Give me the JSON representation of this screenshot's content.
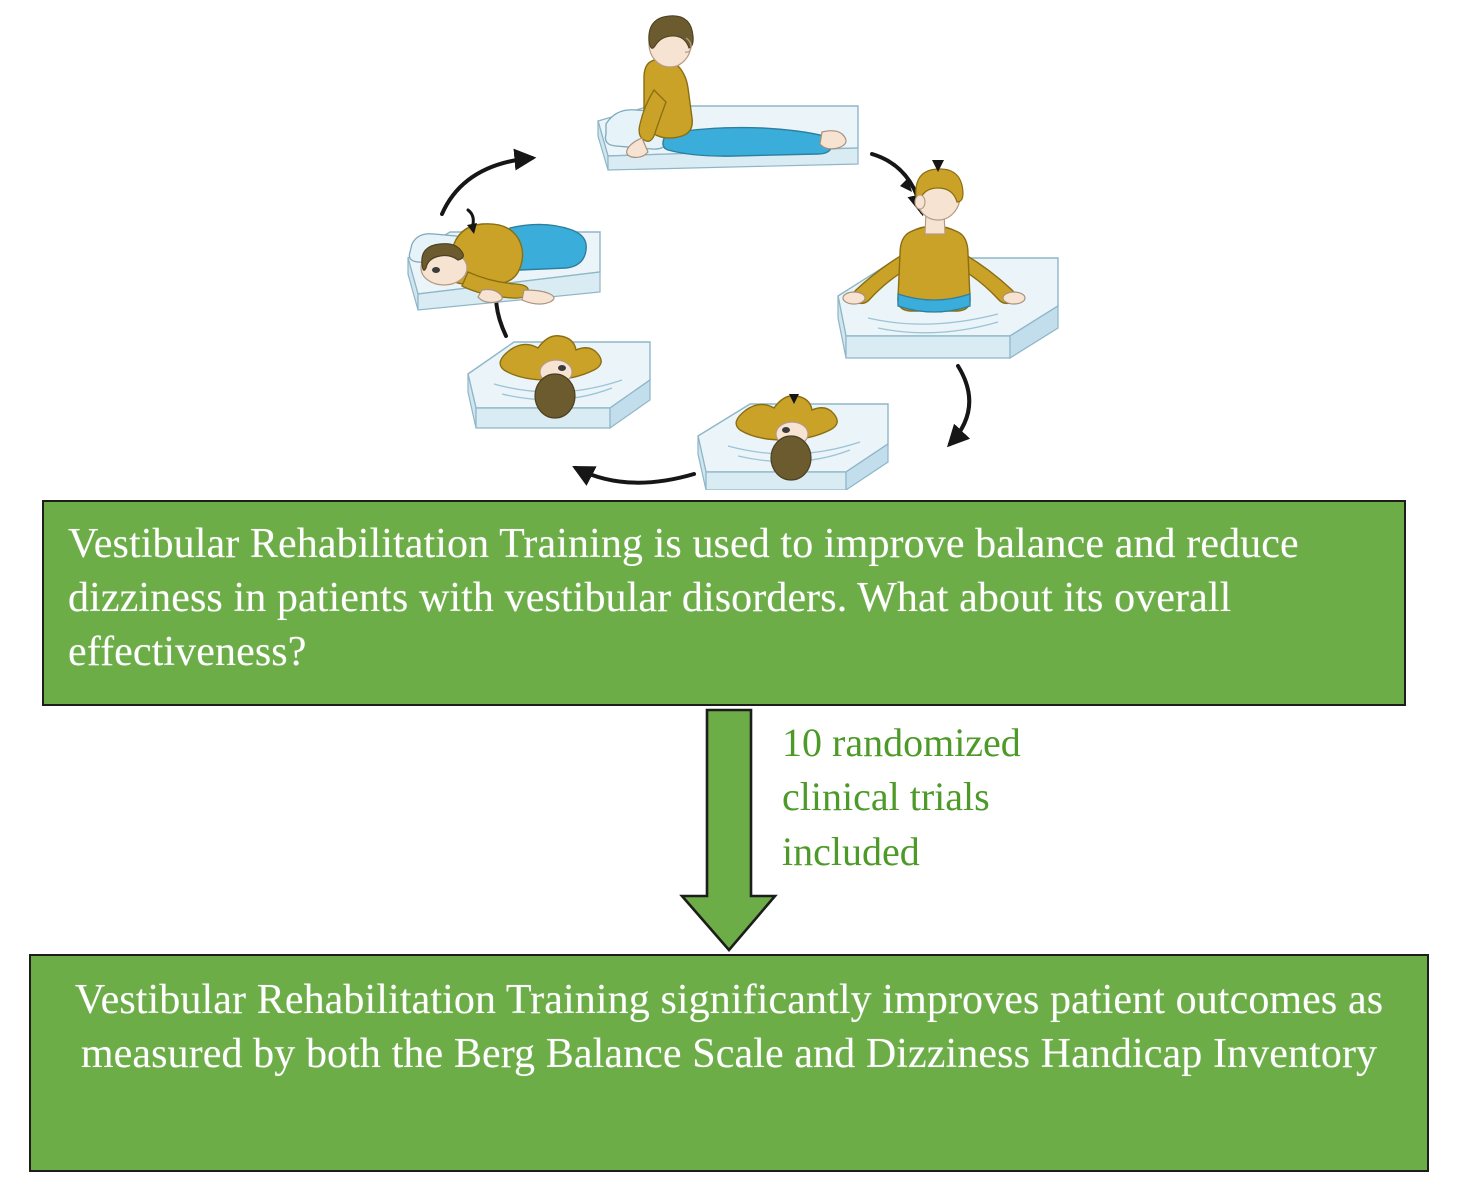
{
  "figure": {
    "kind": "graphical-abstract",
    "background_color": "#ffffff",
    "accent_green": "#6CAD48",
    "label_green": "#4D9A29",
    "box_border_color": "#1d1d1b",
    "box_text_color": "#ffffff"
  },
  "illustration": {
    "name": "vestibular-rehabilitation-maneuver-cycle",
    "description": "Cycle of five bed positions for a vestibular repositioning exercise, linked by curved arrows",
    "palette": {
      "shirt": "#C9A227",
      "pants": "#3BADDB",
      "hair": "#6B5B2E",
      "skin": "#F6E3D2",
      "bed_top": "#E3F1F7",
      "bed_side": "#C9E3EE",
      "outline": "#5B7F92",
      "arrow": "#161616"
    },
    "steps": [
      {
        "id": 1,
        "position": "top",
        "label": "sit-upright-on-bed"
      },
      {
        "id": 2,
        "position": "right",
        "label": "seated-head-turned"
      },
      {
        "id": 3,
        "position": "bottom-right",
        "label": "lie-back-head-turned"
      },
      {
        "id": 4,
        "position": "bottom-left",
        "label": "lie-back-head-turned-other-side"
      },
      {
        "id": 5,
        "position": "left",
        "label": "roll-to-side-lying"
      }
    ]
  },
  "top_box": {
    "text": "Vestibular Rehabilitation Training is used to improve balance and reduce dizziness in patients with vestibular disorders. What about its overall effectiveness?"
  },
  "arrow": {
    "direction": "down",
    "label": "10 randomized clinical trials included"
  },
  "bottom_box": {
    "text": "Vestibular Rehabilitation Training significantly improves patient outcomes as measured by both the Berg Balance Scale and Dizziness Handicap Inventory"
  }
}
